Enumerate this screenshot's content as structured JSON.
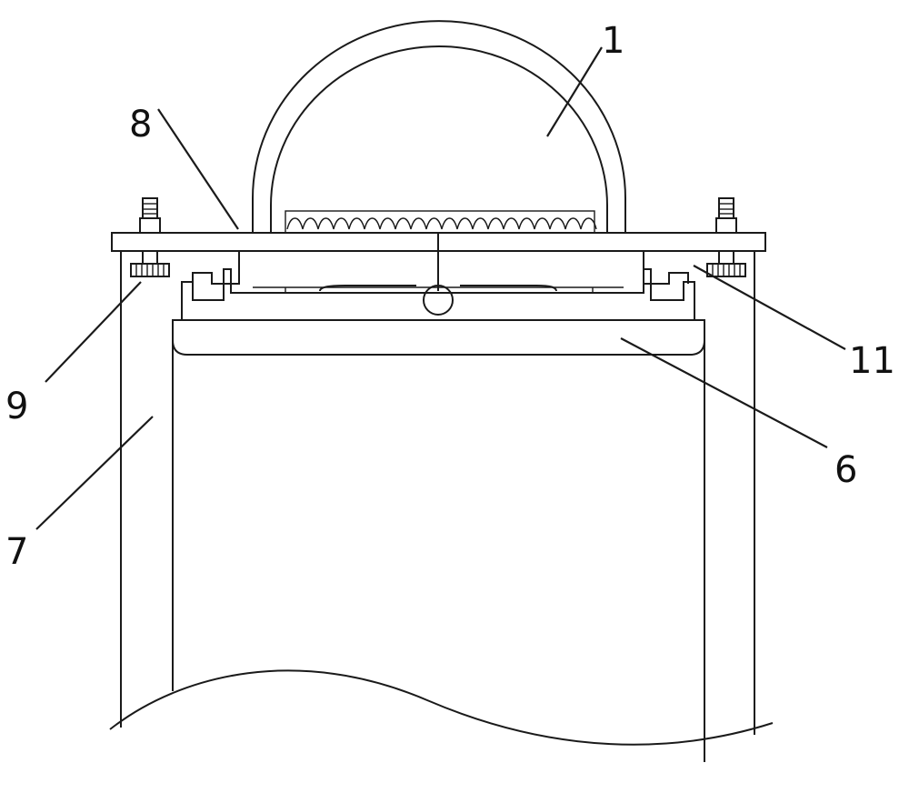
{
  "labels": {
    "l1": "1",
    "l8": "8",
    "l9": "9",
    "l11": "11",
    "l6": "6",
    "l7": "7"
  },
  "colors": {
    "line": "#1a1a1a",
    "background": "#ffffff"
  }
}
